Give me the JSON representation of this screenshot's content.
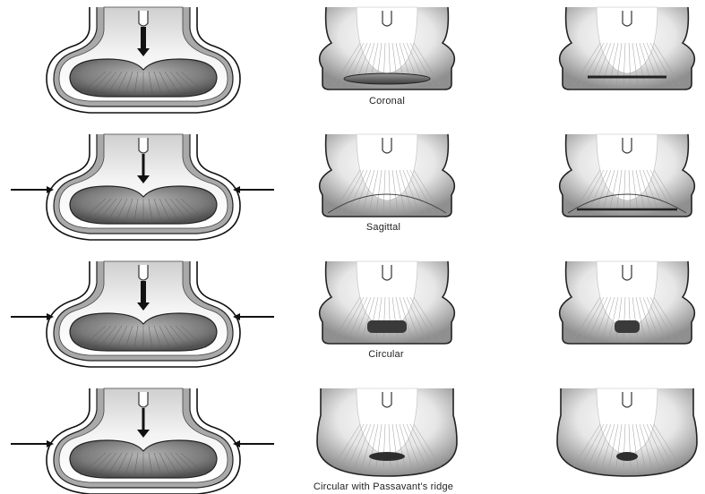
{
  "figure": {
    "rows": [
      {
        "caption": "Coronal",
        "left_arrows": false,
        "bottom_arrows": false
      },
      {
        "caption": "Sagittal",
        "left_arrows": true,
        "bottom_arrows": false
      },
      {
        "caption": "Circular",
        "left_arrows": true,
        "bottom_arrows": false
      },
      {
        "caption": "Circular with Passavant's ridge",
        "left_arrows": true,
        "bottom_arrows": true
      }
    ],
    "colors": {
      "wall_outer": "#111111",
      "soft_palate": "#8a8a8a",
      "soft_palate_dark": "#5a5a5a",
      "cavity": "#e8e8e8",
      "arrow": "#111111"
    }
  }
}
